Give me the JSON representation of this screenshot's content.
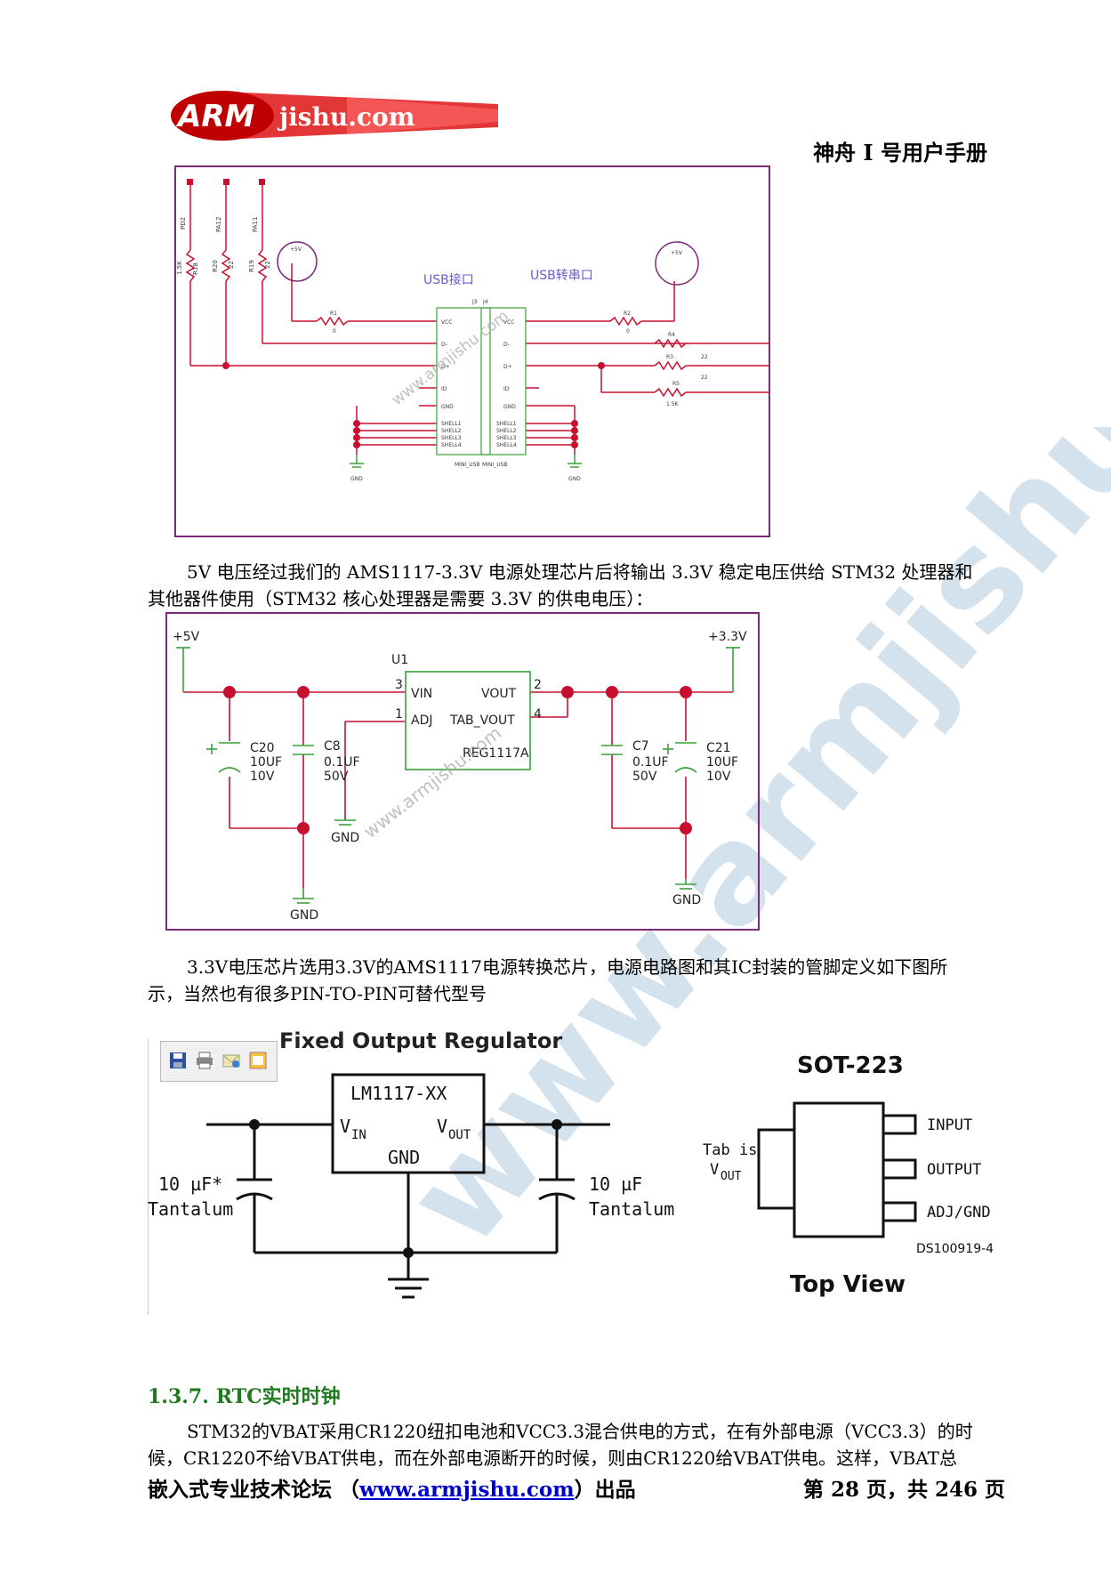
{
  "header": {
    "logo_text_arm": "ARM",
    "logo_text_site": "jishu.com",
    "manual_title": "神舟 I 号用户手册"
  },
  "schematic_usb": {
    "labels": {
      "usb_port": "USB接口",
      "usb_serial": "USB转串口",
      "pd2": "PD2",
      "pa12": "PA12",
      "pa11": "PA11",
      "r18": "R18",
      "r20": "R20",
      "r19": "R19",
      "r18_val": "1.5K",
      "r20_val": "22",
      "r19_val": "22",
      "plus5v_left": "+5V",
      "plus5v_right": "+5V",
      "r1": "R1",
      "r1_val": "0",
      "r2": "R2",
      "r2_val": "0",
      "r3": "R3",
      "r3_val": "22",
      "r4": "R4",
      "r5": "R5",
      "r5_val": "22",
      "r_15k": "1.5K",
      "j3": "J3",
      "j4": "J4",
      "mini_usb_left": "MINI_USB",
      "mini_usb_right": "MINI_USB",
      "gnd_left": "GND",
      "gnd_right": "GND",
      "pin_vcc": "VCC",
      "pin_dm": "D-",
      "pin_dp": "D+",
      "pin_id": "ID",
      "pin_gnd": "GND",
      "shell1": "SHELL1",
      "shell2": "SHELL2",
      "shell3": "SHELL3",
      "shell4": "SHELL4"
    },
    "watermark": "www.armjishu.com"
  },
  "para1": {
    "line1": "5V 电压经过我们的 AMS1117-3.3V 电源处理芯片后将输出 3.3V 稳定电压供给 STM32 处理器和",
    "line2": "其他器件使用（STM32 核心处理器是需要 3.3V 的供电电压）："
  },
  "schematic_reg": {
    "in_label": "+5V",
    "out_label": "+3.3V",
    "u1": "U1",
    "vin": "VIN",
    "adj": "ADJ",
    "vout": "VOUT",
    "tab_vout": "TAB_VOUT",
    "part": "REG1117A",
    "pin3": "3",
    "pin1": "1",
    "pin2": "2",
    "pin4": "4",
    "c20": "C20",
    "c20_v1": "10UF",
    "c20_v2": "10V",
    "c8": "C8",
    "c8_v1": "0.1UF",
    "c8_v2": "50V",
    "c7": "C7",
    "c7_v1": "0.1UF",
    "c7_v2": "50V",
    "c21": "C21",
    "c21_v1": "10UF",
    "c21_v2": "10V",
    "gnd1": "GND",
    "gnd2": "GND",
    "gnd3": "GND",
    "watermark": "www.armjishu.com"
  },
  "para2": {
    "line1": "3.3V电压芯片选用3.3V的AMS1117电源转换芯片，电源电路图和其IC封装的管脚定义如下图所",
    "line2": "示，当然也有很多PIN-TO-PIN可替代型号"
  },
  "figure_regulator": {
    "title": "Fixed Output Regulator",
    "chip": "LM1117-XX",
    "vin": "V",
    "vin_sub": "IN",
    "vout": "V",
    "vout_sub": "OUT",
    "gnd": "GND",
    "cap_left_1": "10 µF*",
    "cap_left_2": "Tantalum",
    "cap_right_1": "10 µF",
    "cap_right_2": "Tantalum"
  },
  "figure_package": {
    "title": "SOT-223",
    "tab_1": "Tab is",
    "tab_2": "V",
    "tab_2_sub": "OUT",
    "pin_input": "INPUT",
    "pin_output": "OUTPUT",
    "pin_adj": "ADJ/GND",
    "ds": "DS100919-4",
    "caption": "Top View"
  },
  "page_watermark": "www.armjishu.com",
  "section": {
    "number": "1.3.7.",
    "title": "RTC实时时钟"
  },
  "para3": {
    "line1": "STM32的VBAT采用CR1220纽扣电池和VCC3.3混合供电的方式，在有外部电源（VCC3.3）的时",
    "line2": "候，CR1220不给VBAT供电，而在外部电源断开的时候，则由CR1220给VBAT供电。这样，VBAT总"
  },
  "footer": {
    "left_prefix": "嵌入式专业技术论坛 （",
    "link": "www.armjishu.com",
    "left_suffix": "）出品",
    "page_info": "第 28 页，共 246 页"
  },
  "colors": {
    "wire": "#c8102e",
    "border": "#7a2a78",
    "component": "#3aa03a",
    "heading": "#1f7a1f",
    "watermark": "#9fbfd8"
  }
}
